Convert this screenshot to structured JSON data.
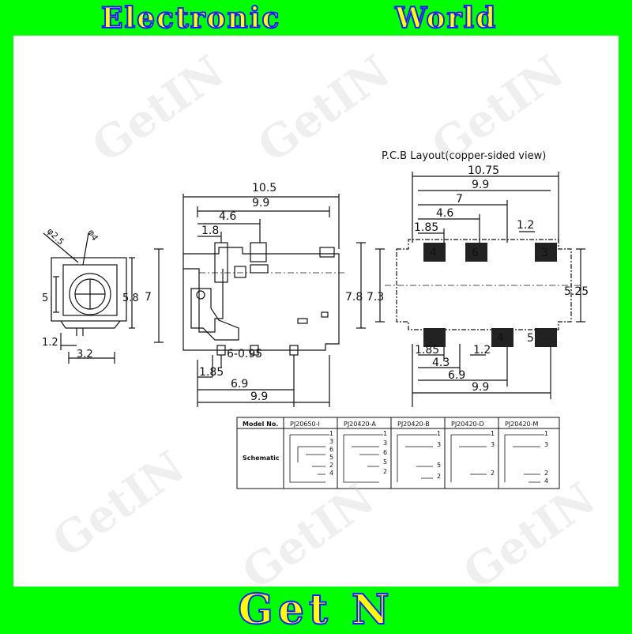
{
  "header": {
    "left": "Electronic",
    "right": "World"
  },
  "footer": {
    "brand": "Get N"
  },
  "watermark": "GetIN",
  "front_view": {
    "dims": [
      "5",
      "5.8",
      "1.2",
      "3.2"
    ],
    "angles": [
      "φ2.5",
      "φ4"
    ]
  },
  "side_view": {
    "dims": [
      "10.5",
      "9.9",
      "4.6",
      "1.8",
      "7",
      "6-0.95",
      "1.85",
      "6.9",
      "9.9"
    ]
  },
  "pcb_layout": {
    "title": "P.C.B Layout(copper-sided view)",
    "dims": [
      "10.75",
      "9.9",
      "7",
      "4.6",
      "1.85",
      "1.2",
      "7.8",
      "7.3",
      "5.25",
      "1.85",
      "1.2",
      "4.3",
      "6.9",
      "9.9"
    ],
    "pins_top": [
      "4",
      "6",
      "3"
    ],
    "pins_bottom": [
      "4",
      "5"
    ]
  },
  "table": {
    "row_header": "Model No.",
    "schematic_label": "Schematic",
    "models": [
      "PJ20650-I",
      "PJ20420-A",
      "PJ20420-B",
      "PJ20420-D",
      "PJ20420-M"
    ],
    "pins": [
      [
        "1",
        "3",
        "6",
        "5",
        "2",
        "4"
      ],
      [
        "1",
        "3",
        "6",
        "5",
        "2"
      ],
      [
        "1",
        "3",
        "5",
        "2"
      ],
      [
        "1",
        "3",
        "2"
      ],
      [
        "1",
        "3",
        "2",
        "4"
      ]
    ]
  }
}
